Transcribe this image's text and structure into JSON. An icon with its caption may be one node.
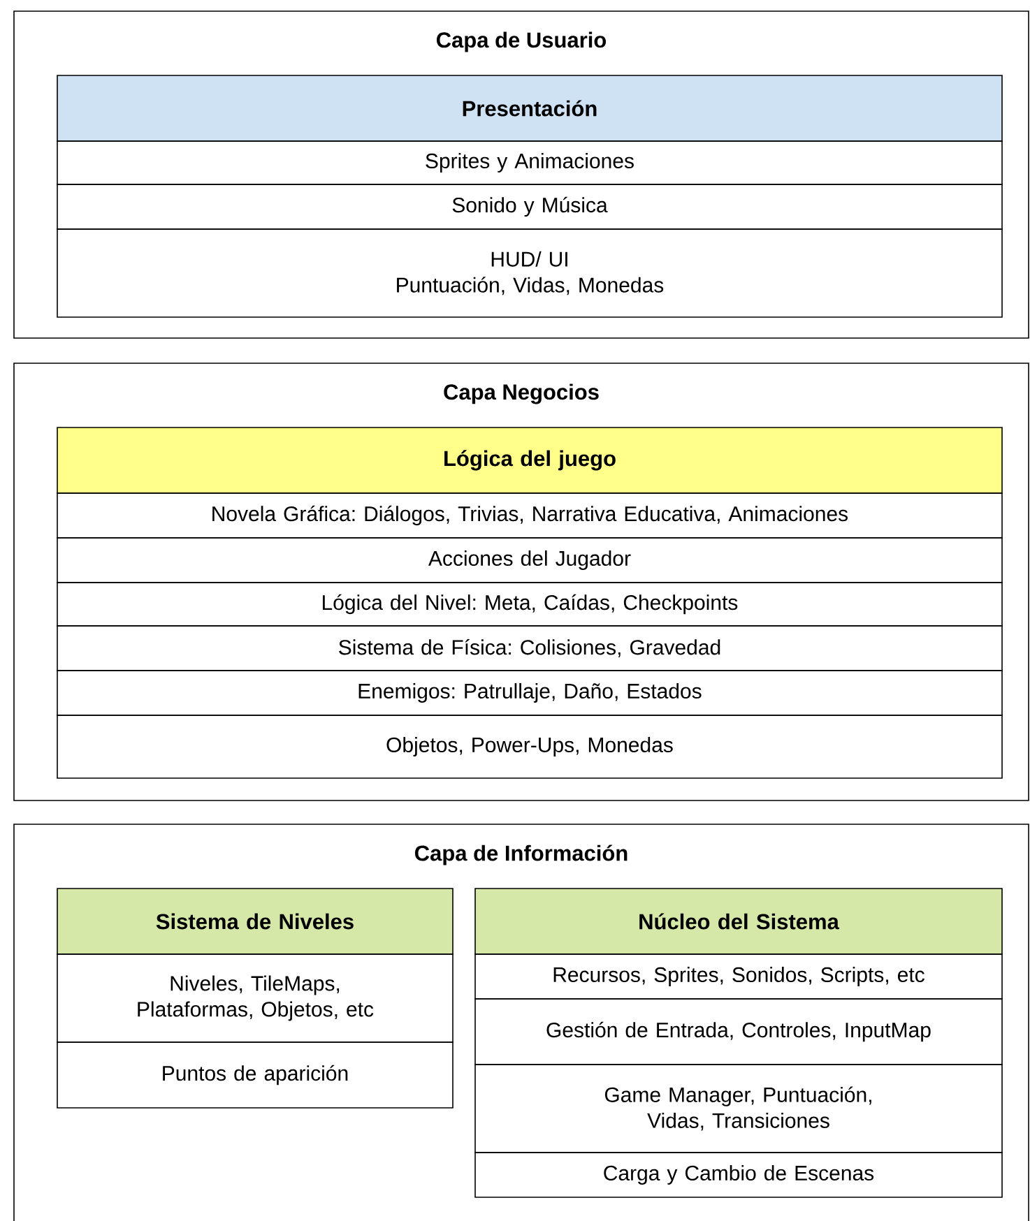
{
  "diagram": {
    "nodes": [
      {
        "text": [
          "Capa de Usuario"
        ]
      },
      {
        "text": [
          "Presentación"
        ],
        "in": 0
      },
      {
        "text": [
          "Sprites y Animaciones"
        ],
        "in": 0
      },
      {
        "text": [
          "Sonido y Música"
        ],
        "in": 0
      },
      {
        "text": [
          "HUD/ UI",
          "Puntuación, Vidas, Monedas"
        ],
        "in": 0
      },
      {
        "text": [
          "Capa Negocios"
        ]
      },
      {
        "text": [
          "Lógica del juego"
        ],
        "in": 5
      },
      {
        "text": [
          "Novela Gráfica: Diálogos, Trivias, Narrativa Educativa, Animaciones"
        ],
        "in": 5
      },
      {
        "text": [
          "Acciones del Jugador"
        ],
        "in": 5
      },
      {
        "text": [
          "Lógica del Nivel: Meta, Caídas, Checkpoints"
        ],
        "in": 5
      },
      {
        "text": [
          "Sistema de Física: Colisiones, Gravedad"
        ],
        "in": 5
      },
      {
        "text": [
          "Enemigos: Patrullaje, Daño, Estados"
        ],
        "in": 5
      },
      {
        "text": [
          "Objetos, Power-Ups, Monedas"
        ],
        "in": 5
      },
      {
        "text": [
          "Capa de Información"
        ]
      },
      {
        "text": [
          "Sistema de Niveles"
        ],
        "in": 13
      },
      {
        "text": [
          "Niveles, TileMaps, Plataformas, Objetos, etc"
        ],
        "in": 13
      },
      {
        "text": [
          "Puntos de aparición"
        ],
        "in": 13
      },
      {
        "text": [
          "Núcleo del Sistema"
        ],
        "in": 13
      },
      {
        "text": [
          "Recursos, Sprites, Sonidos, Scripts, etc"
        ],
        "in": 13
      },
      {
        "text": [
          "Gestión de Entrada, Controles, InputMap"
        ],
        "in": 13
      },
      {
        "text": [
          "Game Manager, Puntuación, Vidas, Transiciones"
        ],
        "in": 13
      },
      {
        "text": [
          "Carga y Cambio de Escenas"
        ],
        "in": 13
      }
    ],
    "edges": []
  }
}
